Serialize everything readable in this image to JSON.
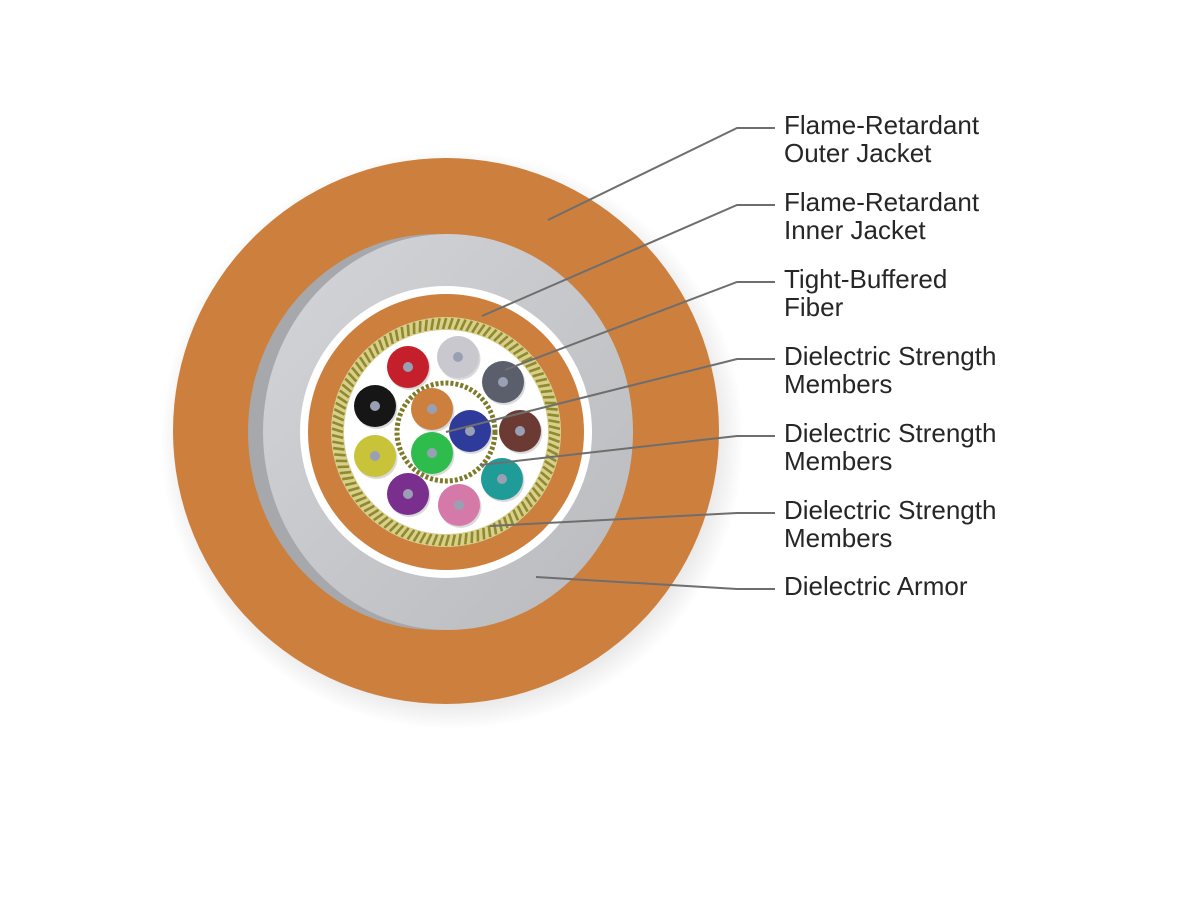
{
  "colors": {
    "outer_jacket": "#cd7f3e",
    "armor": "#c2c3c6",
    "inner_jacket": "#cd7f3e",
    "strength_yarn": "#8f8a2e",
    "leader_line": "#6e6e6e",
    "label_text": "#262626"
  },
  "callouts": [
    {
      "id": "outer-jacket",
      "lines": [
        "Flame-Retardant",
        "Outer Jacket"
      ]
    },
    {
      "id": "inner-jacket",
      "lines": [
        "Flame-Retardant",
        "Inner Jacket"
      ]
    },
    {
      "id": "tight-buffered-fiber",
      "lines": [
        "Tight-Buffered",
        "Fiber"
      ]
    },
    {
      "id": "strength-members-1",
      "lines": [
        "Dielectric Strength",
        "Members"
      ]
    },
    {
      "id": "strength-members-2",
      "lines": [
        "Dielectric Strength",
        "Members"
      ]
    },
    {
      "id": "strength-members-3",
      "lines": [
        "Dielectric Strength",
        "Members"
      ]
    },
    {
      "id": "dielectric-armor",
      "lines": [
        "Dielectric Armor"
      ]
    }
  ],
  "fibers": [
    {
      "name": "orange-fiber",
      "color": "#cd7f3e"
    },
    {
      "name": "blue-fiber",
      "color": "#2e3b9a"
    },
    {
      "name": "green-fiber",
      "color": "#2ebc4c"
    },
    {
      "name": "red-fiber",
      "color": "#c41f2b"
    },
    {
      "name": "white-fiber",
      "color": "#c9c8cf"
    },
    {
      "name": "slate-fiber",
      "color": "#5a5f6b"
    },
    {
      "name": "brown-fiber",
      "color": "#6b3a32"
    },
    {
      "name": "aqua-fiber",
      "color": "#1f9c98"
    },
    {
      "name": "rose-fiber",
      "color": "#d57aa8"
    },
    {
      "name": "violet-fiber",
      "color": "#7a2f8f"
    },
    {
      "name": "yellow-fiber",
      "color": "#c9c33a"
    },
    {
      "name": "black-fiber",
      "color": "#161616"
    }
  ]
}
